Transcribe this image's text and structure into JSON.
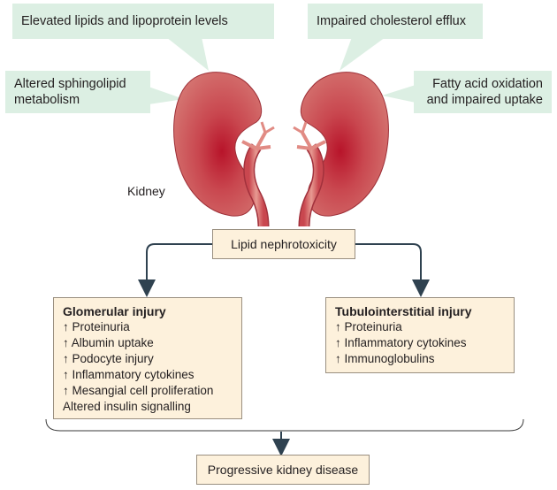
{
  "callouts": {
    "top_left": "Elevated lipids and lipoprotein levels",
    "top_right": "Impaired cholesterol efflux",
    "mid_left_line1": "Altered sphingolipid",
    "mid_left_line2": "metabolism",
    "mid_right_line1": "Fatty acid oxidation",
    "mid_right_line2": "and impaired uptake"
  },
  "kidney_label": "Kidney",
  "center_box": "Lipid nephrotoxicity",
  "glomerular": {
    "title": "Glomerular injury",
    "items": [
      "↑ Proteinuria",
      "↑ Albumin uptake",
      "↑ Podocyte injury",
      "↑ Inflammatory cytokines",
      "↑ Mesangial cell proliferation",
      "Altered insulin signalling"
    ]
  },
  "tubulo": {
    "title": "Tubulointerstitial injury",
    "items": [
      "↑ Proteinuria",
      "↑ Inflammatory cytokines",
      "↑ Immunoglobulins"
    ]
  },
  "bottom_box": "Progressive kidney disease",
  "colors": {
    "callout_bg": "#dcefe3",
    "box_bg": "#fdf1dc",
    "kidney": "#c9474f",
    "arrow": "#2f4250"
  }
}
